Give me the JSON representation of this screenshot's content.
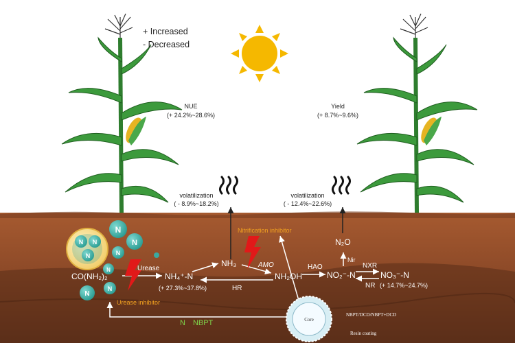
{
  "legend": {
    "increased": "+ Increased",
    "decreased": "-  Decreased"
  },
  "nue": {
    "label": "NUE",
    "range": "(+ 24.2%~28.6%)"
  },
  "yield": {
    "label": "Yield",
    "range": "(+ 8.7%~9.6%)"
  },
  "volatilization_left": {
    "label": "volatilization",
    "range": "( - 8.9%~18.2%)"
  },
  "volatilization_right": {
    "label": "volatilization",
    "range": "( - 12.4%~22.6%)"
  },
  "process": {
    "urea": "CO(NH₂)₂",
    "urease": "Urease",
    "ammonium": "NH₄⁺-N",
    "ammonium_range": "(+ 27.3%~37.8%)",
    "ammonia": "NH₃",
    "amo": "AMO",
    "hydroxylamine": "NH₂OH",
    "hao": "HAO",
    "nitrite": "NO₂⁻-N",
    "nxr": "NXR",
    "nitrate": "NO₃⁻-N",
    "nr": "NR",
    "nitrate_range": "(+ 14.7%~24.7%)",
    "hr": "HR",
    "nir": "Nir",
    "n2o": "N₂O",
    "nitrification_inhibitor": "Nitrification inhibitor",
    "urease_inhibitor": "Urease inhibitor",
    "inhibitor_line": "N　NBPT",
    "core": "Core",
    "coating_inhibitors": "NBPT/DCD/NBPT+DCD",
    "resin_coating": "Resin coating"
  },
  "granule_letter": "N",
  "colors": {
    "soil_top": "#a0522d",
    "soil_mid": "#8b4a2b",
    "soil_deep": "#6e3a22",
    "nitrogen_ball": "#3aa9a0",
    "sun": "#f5b800",
    "plant": "#2e8b2e",
    "inhibitor_red": "#e11919",
    "inhibitor_text": "#f0a020"
  }
}
